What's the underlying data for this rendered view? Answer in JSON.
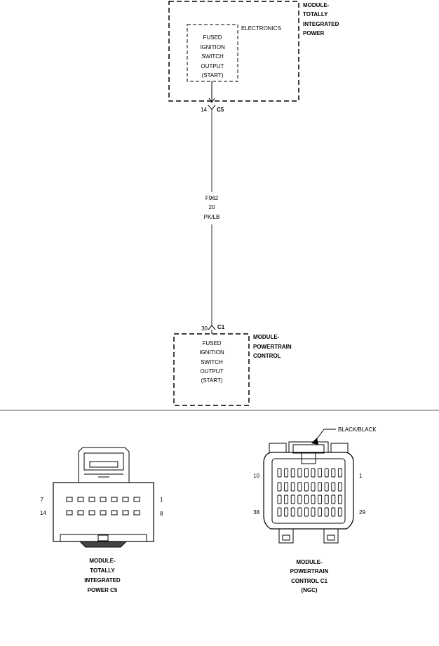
{
  "tipm": {
    "name_lines": [
      "MODULE-",
      "TOTALLY",
      "INTEGRATED",
      "POWER"
    ],
    "sub_label": "ELECTRONICS",
    "circuit_lines": [
      "FUSED",
      "IGNITION",
      "SWITCH",
      "OUTPUT",
      "(START)"
    ],
    "pin": "14",
    "connector": "C5"
  },
  "wire": {
    "circuit": "F962",
    "gauge": "20",
    "color": "PK/LB"
  },
  "pcm": {
    "pin": "30",
    "connector": "C1",
    "circuit_lines": [
      "FUSED",
      "IGNITION",
      "SWITCH",
      "OUTPUT",
      "(START)"
    ],
    "name_lines": [
      "MODULE-",
      "POWERTRAIN",
      "CONTROL"
    ]
  },
  "connector_c5": {
    "pin_top_left": "7",
    "pin_bottom_left": "14",
    "pin_top_right": "1",
    "pin_bottom_right": "8",
    "caption_lines": [
      "MODULE-",
      "TOTALLY",
      "INTEGRATED",
      "POWER C5"
    ]
  },
  "connector_c1": {
    "color_callout": "BLACK/BLACK",
    "pin_top_left": "10",
    "pin_top_right": "1",
    "pin_bottom_left": "38",
    "pin_bottom_right": "29",
    "caption_lines": [
      "MODULE-",
      "POWERTRAIN",
      "CONTROL C1",
      "(NGC)"
    ]
  }
}
